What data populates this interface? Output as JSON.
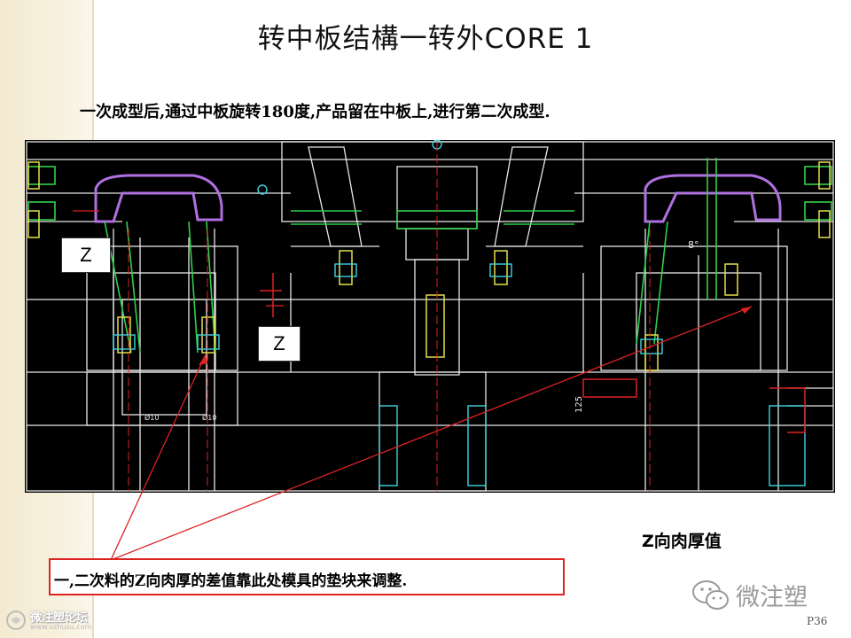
{
  "slide": {
    "title": "转中板结構一转外CORE 1",
    "subtitle": "一次成型后,通过中板旋转180度,产品留在中板上,进行第二次成型.",
    "z_box_left": "Z",
    "z_box_right": "Z",
    "z_label": "Z向肉厚值",
    "note": "一,二次料的Z向肉厚的差值靠此处模具的垫块来调整.",
    "page_number": "P36"
  },
  "drawing": {
    "dimension_labels": [
      "8°",
      "125",
      "Ø10",
      "Ø10"
    ]
  },
  "watermarks": {
    "forum_name": "微注塑论坛",
    "forum_url": "www.vzhusu.com",
    "wechat_name": "微注塑"
  },
  "colors": {
    "cad_background": "#000000",
    "callout_red": "#dd2222",
    "line_white": "#e8e8e8",
    "line_green": "#2fd14a",
    "line_yellow": "#e6e04a",
    "line_cyan": "#3fd3e0",
    "line_purple": "#b070e0"
  },
  "icons": [
    "forum-logo-icon",
    "wechat-icon"
  ]
}
